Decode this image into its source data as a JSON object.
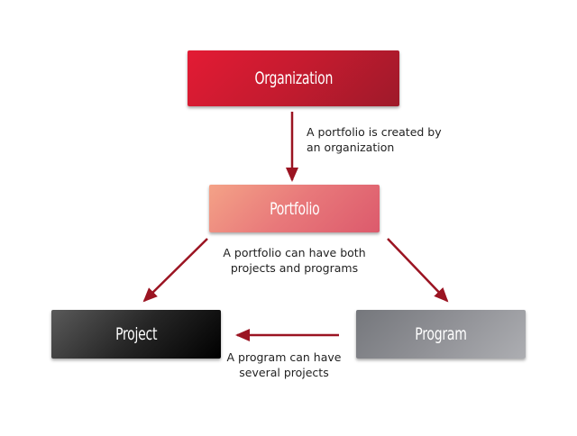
{
  "diagram": {
    "nodes": {
      "organization": {
        "label": "Organization",
        "gradient": [
          "#e31b34",
          "#9e1a2a"
        ]
      },
      "portfolio": {
        "label": "Portfolio",
        "gradient": [
          "#f4a287",
          "#dc5a6c"
        ]
      },
      "project": {
        "label": "Project",
        "gradient": [
          "#5a5a5a",
          "#000000"
        ]
      },
      "program": {
        "label": "Program",
        "gradient": [
          "#75777c",
          "#adaeb2"
        ]
      }
    },
    "edges": [
      {
        "from": "Organization",
        "to": "Portfolio",
        "label_lines": [
          "A portfolio is created by",
          "an organization"
        ]
      },
      {
        "from": "Portfolio",
        "to": "Project",
        "label_lines": [
          "A portfolio can have both",
          "projects and programs"
        ]
      },
      {
        "from": "Portfolio",
        "to": "Program",
        "label_lines": [
          "A portfolio can have both",
          "projects and programs"
        ]
      },
      {
        "from": "Program",
        "to": "Project",
        "label_lines": [
          "A program can have",
          "several projects"
        ]
      }
    ],
    "notes": {
      "org_to_portfolio": {
        "line1": "A portfolio is created by",
        "line2": "an organization"
      },
      "portfolio_children": {
        "line1": "A portfolio can have both",
        "line2": "projects and programs"
      },
      "program_to_project": {
        "line1": "A program can have",
        "line2": "several projects"
      }
    },
    "arrow_color": "#9b1422"
  }
}
